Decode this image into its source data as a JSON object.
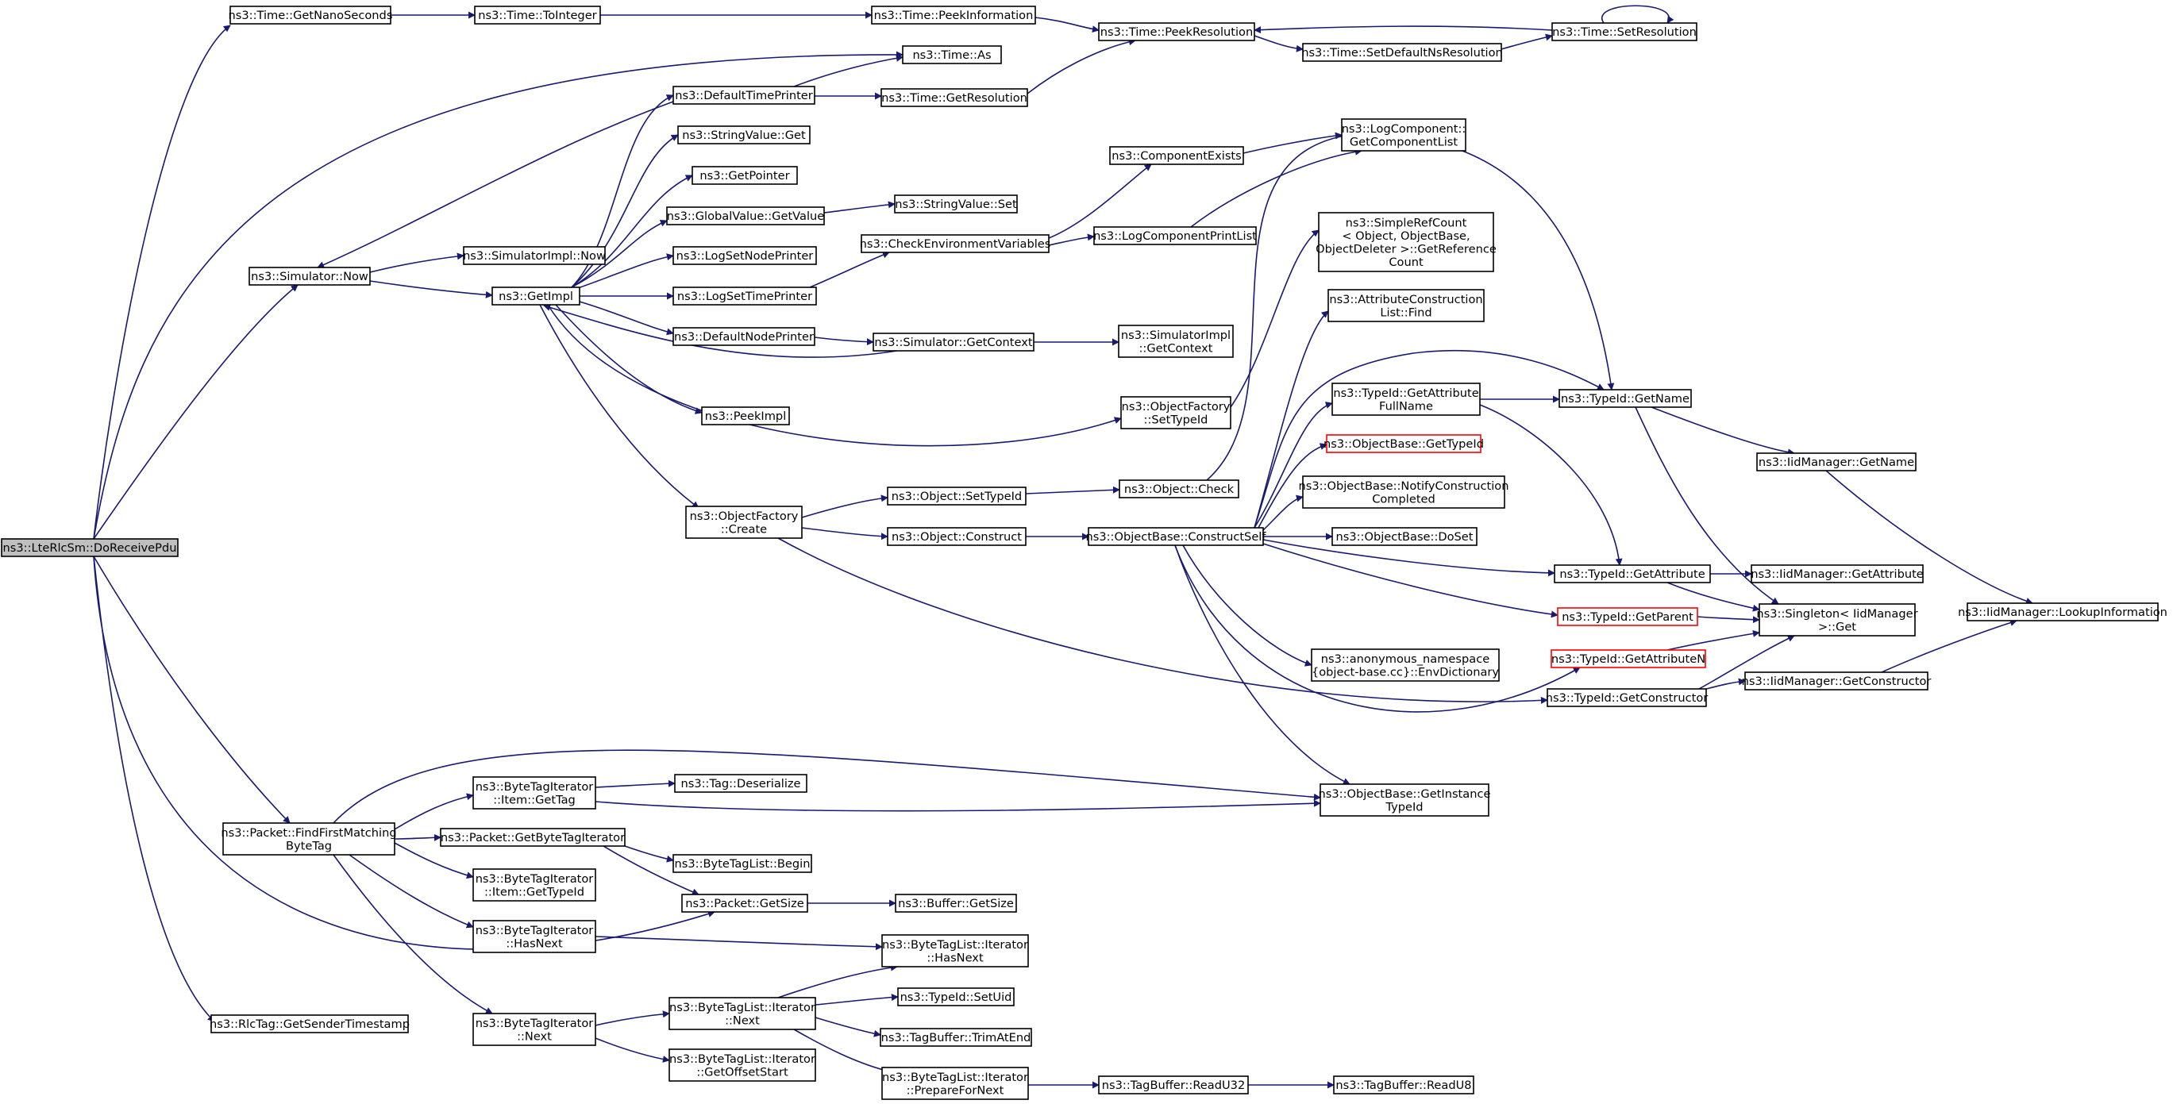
{
  "colors": {
    "edge": "#191970",
    "root_fill": "#bfbfbf",
    "node_fill": "#ffffff",
    "node_stroke": "#000000",
    "truncated_stroke": "#ff0000"
  },
  "nodes": {
    "root": [
      "ns3::LteRlcSm::DoReceivePdu"
    ],
    "getnano": [
      "ns3::Time::GetNanoSeconds"
    ],
    "tointeger": [
      "ns3::Time::ToInteger"
    ],
    "peekinfo": [
      "ns3::Time::PeekInformation"
    ],
    "peekres": [
      "ns3::Time::PeekResolution"
    ],
    "setres": [
      "ns3::Time::SetResolution"
    ],
    "setdefns": [
      "ns3::Time::SetDefaultNsResolution"
    ],
    "timeas": [
      "ns3::Time::As"
    ],
    "deftp": [
      "ns3::DefaultTimePrinter"
    ],
    "getresol": [
      "ns3::Time::GetResolution"
    ],
    "svget": [
      "ns3::StringValue::Get"
    ],
    "getpointer": [
      "ns3::GetPointer"
    ],
    "gvget": [
      "ns3::GlobalValue::GetValue"
    ],
    "svset": [
      "ns3::StringValue::Set"
    ],
    "simnow": [
      "ns3::Simulator::Now"
    ],
    "simimplnow": [
      "ns3::SimulatorImpl::Now"
    ],
    "getimpl": [
      "ns3::GetImpl"
    ],
    "lognp": [
      "ns3::LogSetNodePrinter"
    ],
    "logtp": [
      "ns3::LogSetTimePrinter"
    ],
    "checkenv": [
      "ns3::CheckEnvironmentVariables"
    ],
    "compexists": [
      "ns3::ComponentExists"
    ],
    "logcomppl": [
      "ns3::LogComponentPrintList"
    ],
    "logcompgcl": [
      "ns3::LogComponent::",
      "GetComponentList"
    ],
    "defnp": [
      "ns3::DefaultNodePrinter"
    ],
    "simgetctx": [
      "ns3::Simulator::GetContext"
    ],
    "simimplctx": [
      "ns3::SimulatorImpl",
      "::GetContext"
    ],
    "peekimpl": [
      "ns3::PeekImpl"
    ],
    "ofsettid": [
      "ns3::ObjectFactory",
      "::SetTypeId"
    ],
    "simplerefcount": [
      "ns3::SimpleRefCount",
      "< Object, ObjectBase,",
      "ObjectDeleter >::GetReference",
      "Count"
    ],
    "acfind": [
      "ns3::AttributeConstruction",
      "List::Find"
    ],
    "tidgafn": [
      "ns3::TypeId::GetAttribute",
      "FullName"
    ],
    "tidgetname": [
      "ns3::TypeId::GetName"
    ],
    "iidgetname": [
      "ns3::IidManager::GetName"
    ],
    "iidlookup": [
      "ns3::IidManager::LookupInformation"
    ],
    "obgettid": [
      "ns3::ObjectBase::GetTypeId"
    ],
    "obnotify": [
      "ns3::ObjectBase::NotifyConstruction",
      "Completed"
    ],
    "obdoset": [
      "ns3::ObjectBase::DoSet"
    ],
    "ofcreate": [
      "ns3::ObjectFactory",
      "::Create"
    ],
    "objsettid": [
      "ns3::Object::SetTypeId"
    ],
    "objcheck": [
      "ns3::Object::Check"
    ],
    "objconstruct": [
      "ns3::Object::Construct"
    ],
    "obconstructself": [
      "ns3::ObjectBase::ConstructSelf"
    ],
    "tidgetattr": [
      "ns3::TypeId::GetAttribute"
    ],
    "iidgetattr": [
      "ns3::IidManager::GetAttribute"
    ],
    "tidgetparent": [
      "ns3::TypeId::GetParent"
    ],
    "singleton": [
      "ns3::Singleton< IidManager",
      ">::Get"
    ],
    "anonenv": [
      "ns3::anonymous_namespace",
      "{object-base.cc}::EnvDictionary"
    ],
    "tidgetattrn": [
      "ns3::TypeId::GetAttributeN"
    ],
    "tidgetctor": [
      "ns3::TypeId::GetConstructor"
    ],
    "iidgetctor": [
      "ns3::IidManager::GetConstructor"
    ],
    "obgetinst": [
      "ns3::ObjectBase::GetInstance",
      "TypeId"
    ],
    "pktffmbt": [
      "ns3::Packet::FindFirstMatching",
      "ByteTag"
    ],
    "btiitemgettag": [
      "ns3::ByteTagIterator",
      "::Item::GetTag"
    ],
    "tagdeser": [
      "ns3::Tag::Deserialize"
    ],
    "pktgetbti": [
      "ns3::Packet::GetByteTagIterator"
    ],
    "btlbegin": [
      "ns3::ByteTagList::Begin"
    ],
    "btiitemgettid": [
      "ns3::ByteTagIterator",
      "::Item::GetTypeId"
    ],
    "pktgetsize": [
      "ns3::Packet::GetSize"
    ],
    "bufgetsize": [
      "ns3::Buffer::GetSize"
    ],
    "btihasnext": [
      "ns3::ByteTagIterator",
      "::HasNext"
    ],
    "btlihasnext": [
      "ns3::ByteTagList::Iterator",
      "::HasNext"
    ],
    "tidsetuid": [
      "ns3::TypeId::SetUid"
    ],
    "btinext": [
      "ns3::ByteTagIterator",
      "::Next"
    ],
    "btlinext": [
      "ns3::ByteTagList::Iterator",
      "::Next"
    ],
    "tbtrim": [
      "ns3::TagBuffer::TrimAtEnd"
    ],
    "btligos": [
      "ns3::ByteTagList::Iterator",
      "::GetOffsetStart"
    ],
    "btlipfn": [
      "ns3::ByteTagList::Iterator",
      "::PrepareForNext"
    ],
    "tbreadu32": [
      "ns3::TagBuffer::ReadU32"
    ],
    "tbreadu8": [
      "ns3::TagBuffer::ReadU8"
    ],
    "rlctag": [
      "ns3::RlcTag::GetSenderTimestamp"
    ]
  }
}
